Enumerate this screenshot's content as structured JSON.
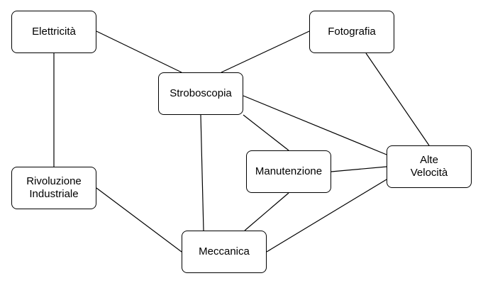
{
  "nodes": {
    "elettricita": "Elettricità",
    "fotografia": "Fotografia",
    "stroboscopia": "Stroboscopia",
    "manutenzione": "Manutenzione",
    "alte_velocita": "Alte\nVelocità",
    "rivoluzione": "Rivoluzione\nIndustriale",
    "meccanica": "Meccanica"
  },
  "edges": [
    [
      "elettricita",
      "stroboscopia"
    ],
    [
      "fotografia",
      "stroboscopia"
    ],
    [
      "elettricita",
      "rivoluzione"
    ],
    [
      "fotografia",
      "alte_velocita"
    ],
    [
      "stroboscopia",
      "alte_velocita"
    ],
    [
      "stroboscopia",
      "manutenzione"
    ],
    [
      "stroboscopia",
      "meccanica"
    ],
    [
      "manutenzione",
      "alte_velocita"
    ],
    [
      "manutenzione",
      "meccanica"
    ],
    [
      "rivoluzione",
      "meccanica"
    ],
    [
      "meccanica",
      "alte_velocita"
    ]
  ],
  "colors": {
    "stroke": "#000000",
    "node_fill": "#ffffff",
    "text": "#000000"
  }
}
